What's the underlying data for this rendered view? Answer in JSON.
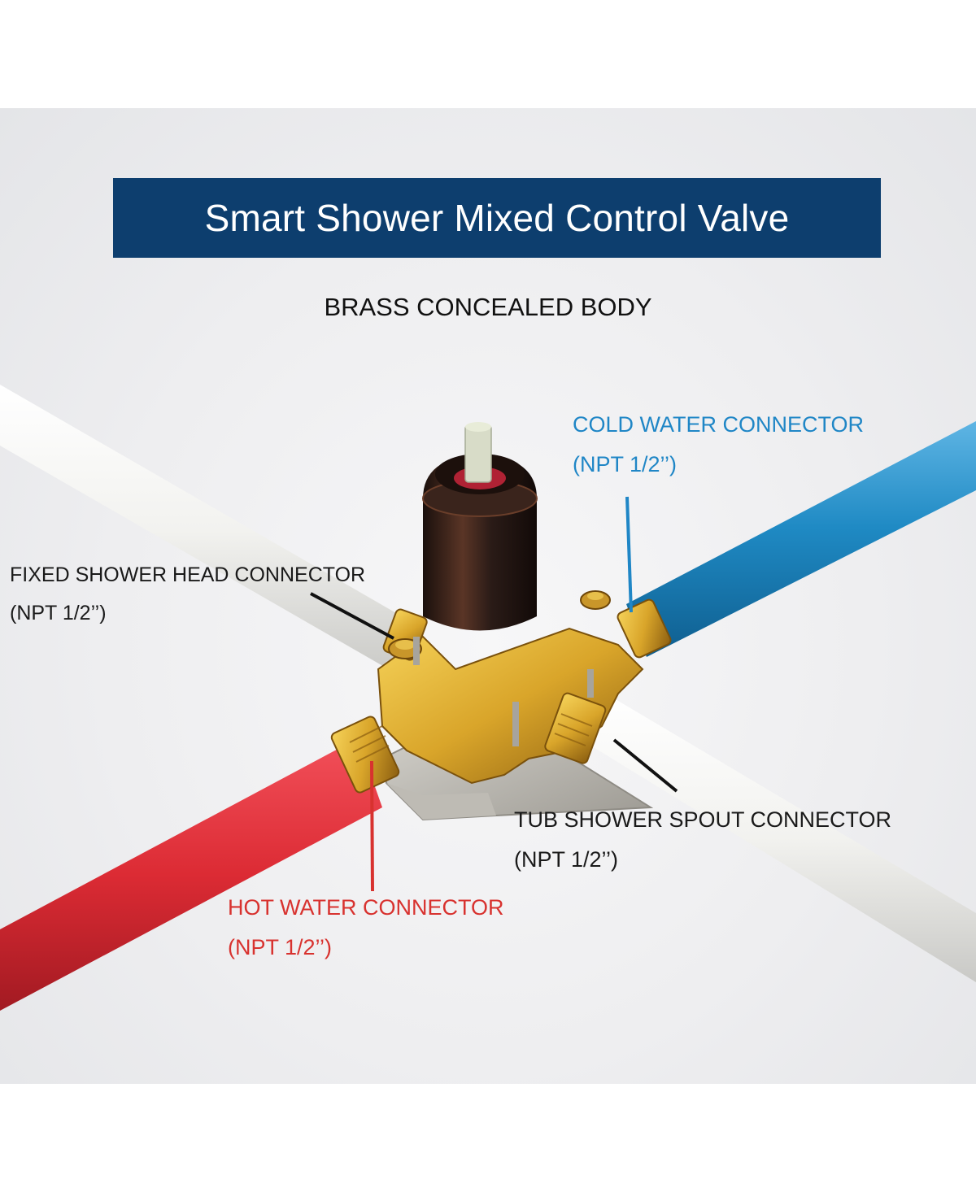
{
  "header": {
    "title": "Smart Shower Mixed Control Valve",
    "subtitle": "BRASS CONCEALED BODY"
  },
  "labels": {
    "cold": {
      "name": "COLD WATER CONNECTOR",
      "spec": "(NPT 1/2’’)",
      "color": "#1f86c6"
    },
    "fixed": {
      "name": "FIXED SHOWER HEAD CONNECTOR",
      "spec": "(NPT 1/2’’)",
      "color": "#1a1a1a"
    },
    "tub": {
      "name": "TUB SHOWER SPOUT CONNECTOR",
      "spec": "(NPT 1/2’’)",
      "color": "#1a1a1a"
    },
    "hot": {
      "name": "HOT WATER CONNECTOR",
      "spec": "(NPT 1/2’’)",
      "color": "#d8322f"
    }
  },
  "colors": {
    "banner": "#0d3e6e",
    "cold_pipe": "#1c86bf",
    "hot_pipe": "#d92b31",
    "white_pipe": "#f4f4f2",
    "brass": "#d9a52a",
    "cap": "#2a1b17"
  }
}
